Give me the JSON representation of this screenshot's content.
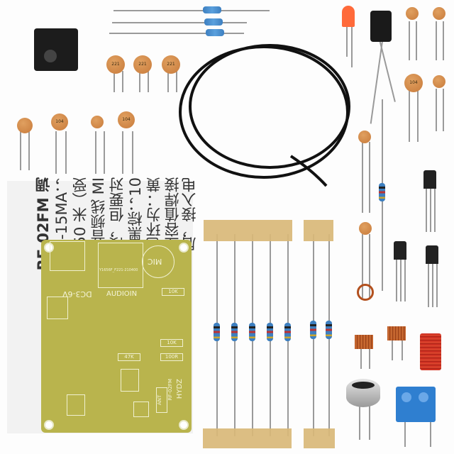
{
  "paper_text": [
    "RF-02FM 调",
    "5-15MA；",
    "-50 米（受",
    "音频线 MI",
    "段，但要对",
    "黑黑棕；10",
    "色环为：黄",
    "立容值焊接",
    "后，接入电"
  ],
  "pcb": {
    "power": "DC3-6V",
    "audio": "AUDIOIN",
    "mic": "MIC",
    "code": "Y1656F_F221-210400",
    "brand": "HYDZ",
    "model": "RF-02FM",
    "ant": "ANT",
    "r10k": "10K",
    "r47k": "47K",
    "r100r": "100R",
    "r10k2": "10K"
  },
  "capacitor_codes": {
    "top1": "221",
    "top2": "221",
    "top3": "221",
    "row1": "104",
    "row2": "104",
    "right": "104"
  },
  "colors": {
    "pcb": "#b9b44d",
    "resistor": "#3d7fc0",
    "tape": "#d9b978",
    "coil": "#b2501e",
    "terminal": "#2f7fd0"
  }
}
